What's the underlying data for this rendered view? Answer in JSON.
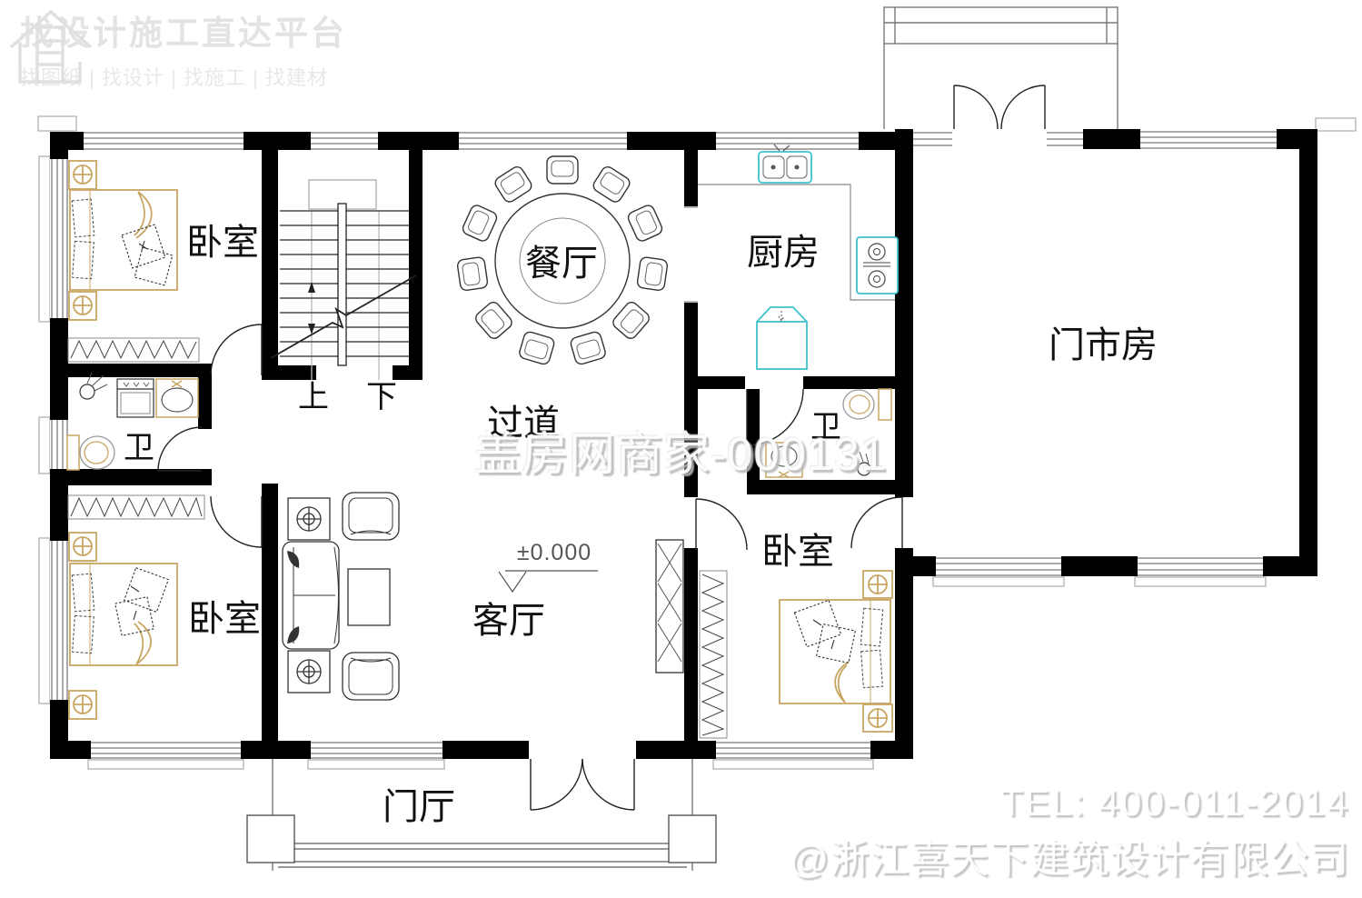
{
  "branding": {
    "logo_title": "找设计施工直达平台",
    "logo_subtitle": "找图纸 | 找设计 | 找施工 | 找建材",
    "watermark": "盖房网商家-000131",
    "tel": "TEL: 400-011-2014",
    "company": "@浙江喜天下建筑设计有限公司"
  },
  "plan": {
    "elevation": "±0.000",
    "stairs": {
      "up": "上",
      "down": "下"
    },
    "rooms": [
      {
        "id": "bedroom-top-left",
        "label": "卧室"
      },
      {
        "id": "dining-room",
        "label": "餐厅"
      },
      {
        "id": "kitchen",
        "label": "厨房"
      },
      {
        "id": "shop-room",
        "label": "门市房"
      },
      {
        "id": "bathroom-left",
        "label": "卫"
      },
      {
        "id": "bathroom-right",
        "label": "卫"
      },
      {
        "id": "hallway",
        "label": "过道"
      },
      {
        "id": "living-room",
        "label": "客厅"
      },
      {
        "id": "bedroom-bottom-left",
        "label": "卧室"
      },
      {
        "id": "bedroom-right",
        "label": "卧室"
      },
      {
        "id": "entrance-hall",
        "label": "门厅"
      }
    ]
  }
}
